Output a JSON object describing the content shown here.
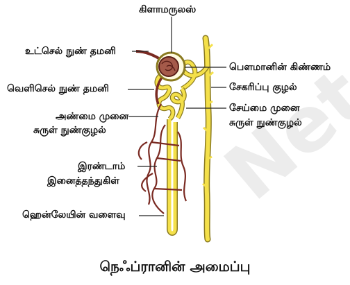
{
  "labels": {
    "glomerulus": "கிளாமருலஸ்",
    "afferent_arteriole": "உட்செல் நுண் தமனி",
    "efferent_arteriole": "வெளிசெல் நுண் தமனி",
    "pct_line1": "அண்மை முனை",
    "pct_line2": "சுருள் நுண்குழல்",
    "capillaries_line1": "இரண்டாம்",
    "capillaries_line2": "இனைத்தந்துகிள்",
    "loop_of_henle": "ஹென்லேயின் வளைவு",
    "bowmans_capsule": "பௌமானின் கிண்ணம்",
    "collecting_duct": "சேகரிப்பு குழல்",
    "dct_line1": "சேய்மை முனை",
    "dct_line2": "சுருள் நுண்குழல்"
  },
  "caption": "நெஃப்ரானின் அமைப்பு",
  "watermark": "Net",
  "colors": {
    "tubule": "#f4e04a",
    "tubule_outline": "#8a7a20",
    "vessel": "#7a2a22",
    "glomerulus_fill": "#a55a4a",
    "leader": "#222222"
  }
}
